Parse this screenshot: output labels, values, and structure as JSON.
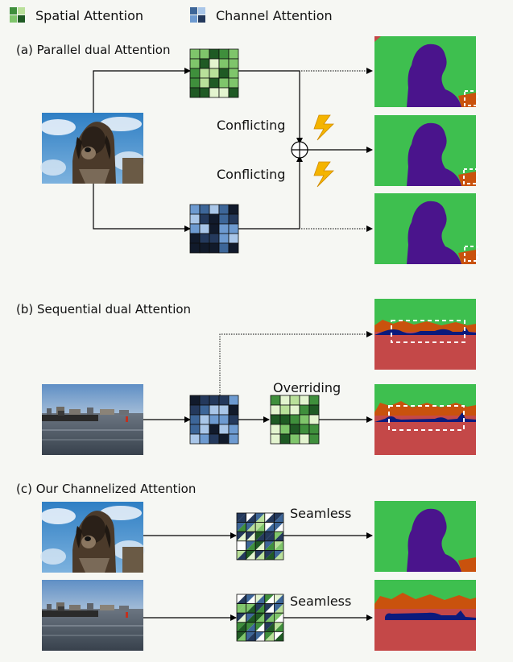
{
  "legend": {
    "spatial_label": "Spatial Attention",
    "channel_label": "Channel Attention"
  },
  "sections": {
    "a": {
      "title": "(a) Parallel dual Attention",
      "annotation_top": "Conflicting",
      "annotation_bottom": "Conflicting"
    },
    "b": {
      "title": "(b) Sequential dual Attention",
      "annotation": "Overriding"
    },
    "c": {
      "title": "(c) Our Channelized Attention",
      "annotation_top": "Seamless",
      "annotation_bottom": "Seamless"
    }
  },
  "colors": {
    "spatial_palette": [
      "#1f5a24",
      "#3f8f3c",
      "#7fc56b",
      "#b9e09a",
      "#e3f4cf"
    ],
    "channel_palette": [
      "#111a2b",
      "#24395c",
      "#3d6698",
      "#6d9ad0",
      "#a9c6e8"
    ],
    "seg_green": "#3ebf4f",
    "seg_purple": "#4a148c",
    "seg_red": "#c44848",
    "seg_orange": "#c9520d",
    "seg_navy": "#0b1a7c",
    "bolt": "#f4b400"
  }
}
